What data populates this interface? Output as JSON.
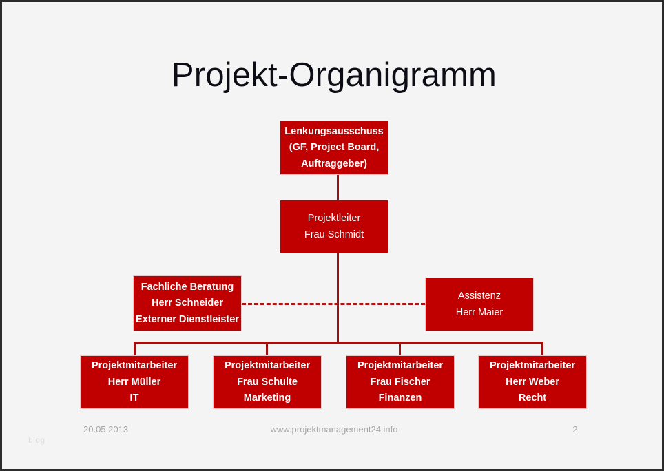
{
  "slide": {
    "title": "Projekt-Organigramm",
    "background_color": "#f4f4f4",
    "border_color": "#2b2b2b",
    "accent_color": "#c00000",
    "line_color": "#9e1111",
    "title_color": "#0d0d16"
  },
  "chart_data": {
    "type": "diagram",
    "subtype": "org-chart",
    "title": "Projekt-Organigramm",
    "nodes": [
      {
        "id": "steering",
        "role": "Lenkungsausschuss",
        "lines": [
          "Lenkungsausschuss",
          "(GF, Project Board,",
          "Auftraggeber)"
        ],
        "level": 0
      },
      {
        "id": "project-lead",
        "role": "Projektleiter",
        "lines": [
          "Projektleiter",
          "Frau Schmidt"
        ],
        "level": 1
      },
      {
        "id": "consulting",
        "role": "Fachliche Beratung",
        "lines": [
          "Fachliche Beratung",
          "Herr Schneider",
          "Externer Dienstleister"
        ],
        "level": 2
      },
      {
        "id": "assistance",
        "role": "Assistenz",
        "lines": [
          "Assistenz",
          "Herr Maier"
        ],
        "level": 2
      },
      {
        "id": "member-it",
        "role": "Projektmitarbeiter",
        "lines": [
          "Projektmitarbeiter",
          "Herr Müller",
          "IT"
        ],
        "level": 3
      },
      {
        "id": "member-marketing",
        "role": "Projektmitarbeiter",
        "lines": [
          "Projektmitarbeiter",
          "Frau Schulte",
          "Marketing"
        ],
        "level": 3
      },
      {
        "id": "member-finance",
        "role": "Projektmitarbeiter",
        "lines": [
          "Projektmitarbeiter",
          "Frau Fischer",
          "Finanzen"
        ],
        "level": 3
      },
      {
        "id": "member-legal",
        "role": "Projektmitarbeiter",
        "lines": [
          "Projektmitarbeiter",
          "Herr Weber",
          "Recht"
        ],
        "level": 3
      }
    ],
    "edges": [
      {
        "from": "steering",
        "to": "project-lead",
        "style": "solid"
      },
      {
        "from": "project-lead",
        "to": "member-it",
        "style": "solid"
      },
      {
        "from": "project-lead",
        "to": "member-marketing",
        "style": "solid"
      },
      {
        "from": "project-lead",
        "to": "member-finance",
        "style": "solid"
      },
      {
        "from": "project-lead",
        "to": "member-legal",
        "style": "solid"
      },
      {
        "from": "consulting",
        "to": "assistance",
        "style": "dashed"
      }
    ]
  },
  "boxes": {
    "steering": {
      "line1": "Lenkungsausschuss",
      "line2": "(GF, Project Board,",
      "line3": "Auftraggeber)"
    },
    "project_lead": {
      "line1": "Projektleiter",
      "line2": "Frau Schmidt"
    },
    "consulting": {
      "line1": "Fachliche Beratung",
      "line2": "Herr Schneider",
      "line3": "Externer Dienstleister"
    },
    "assistance": {
      "line1": "Assistenz",
      "line2": "Herr Maier"
    },
    "member_it": {
      "line1": "Projektmitarbeiter",
      "line2": "Herr Müller",
      "line3": "IT"
    },
    "member_marketing": {
      "line1": "Projektmitarbeiter",
      "line2": "Frau Schulte",
      "line3": "Marketing"
    },
    "member_finance": {
      "line1": "Projektmitarbeiter",
      "line2": "Frau Fischer",
      "line3": "Finanzen"
    },
    "member_legal": {
      "line1": "Projektmitarbeiter",
      "line2": "Herr Weber",
      "line3": "Recht"
    }
  },
  "footer": {
    "date": "20.05.2013",
    "url": "www.projektmanagement24.info",
    "page_number": "2",
    "watermark": "blog"
  }
}
